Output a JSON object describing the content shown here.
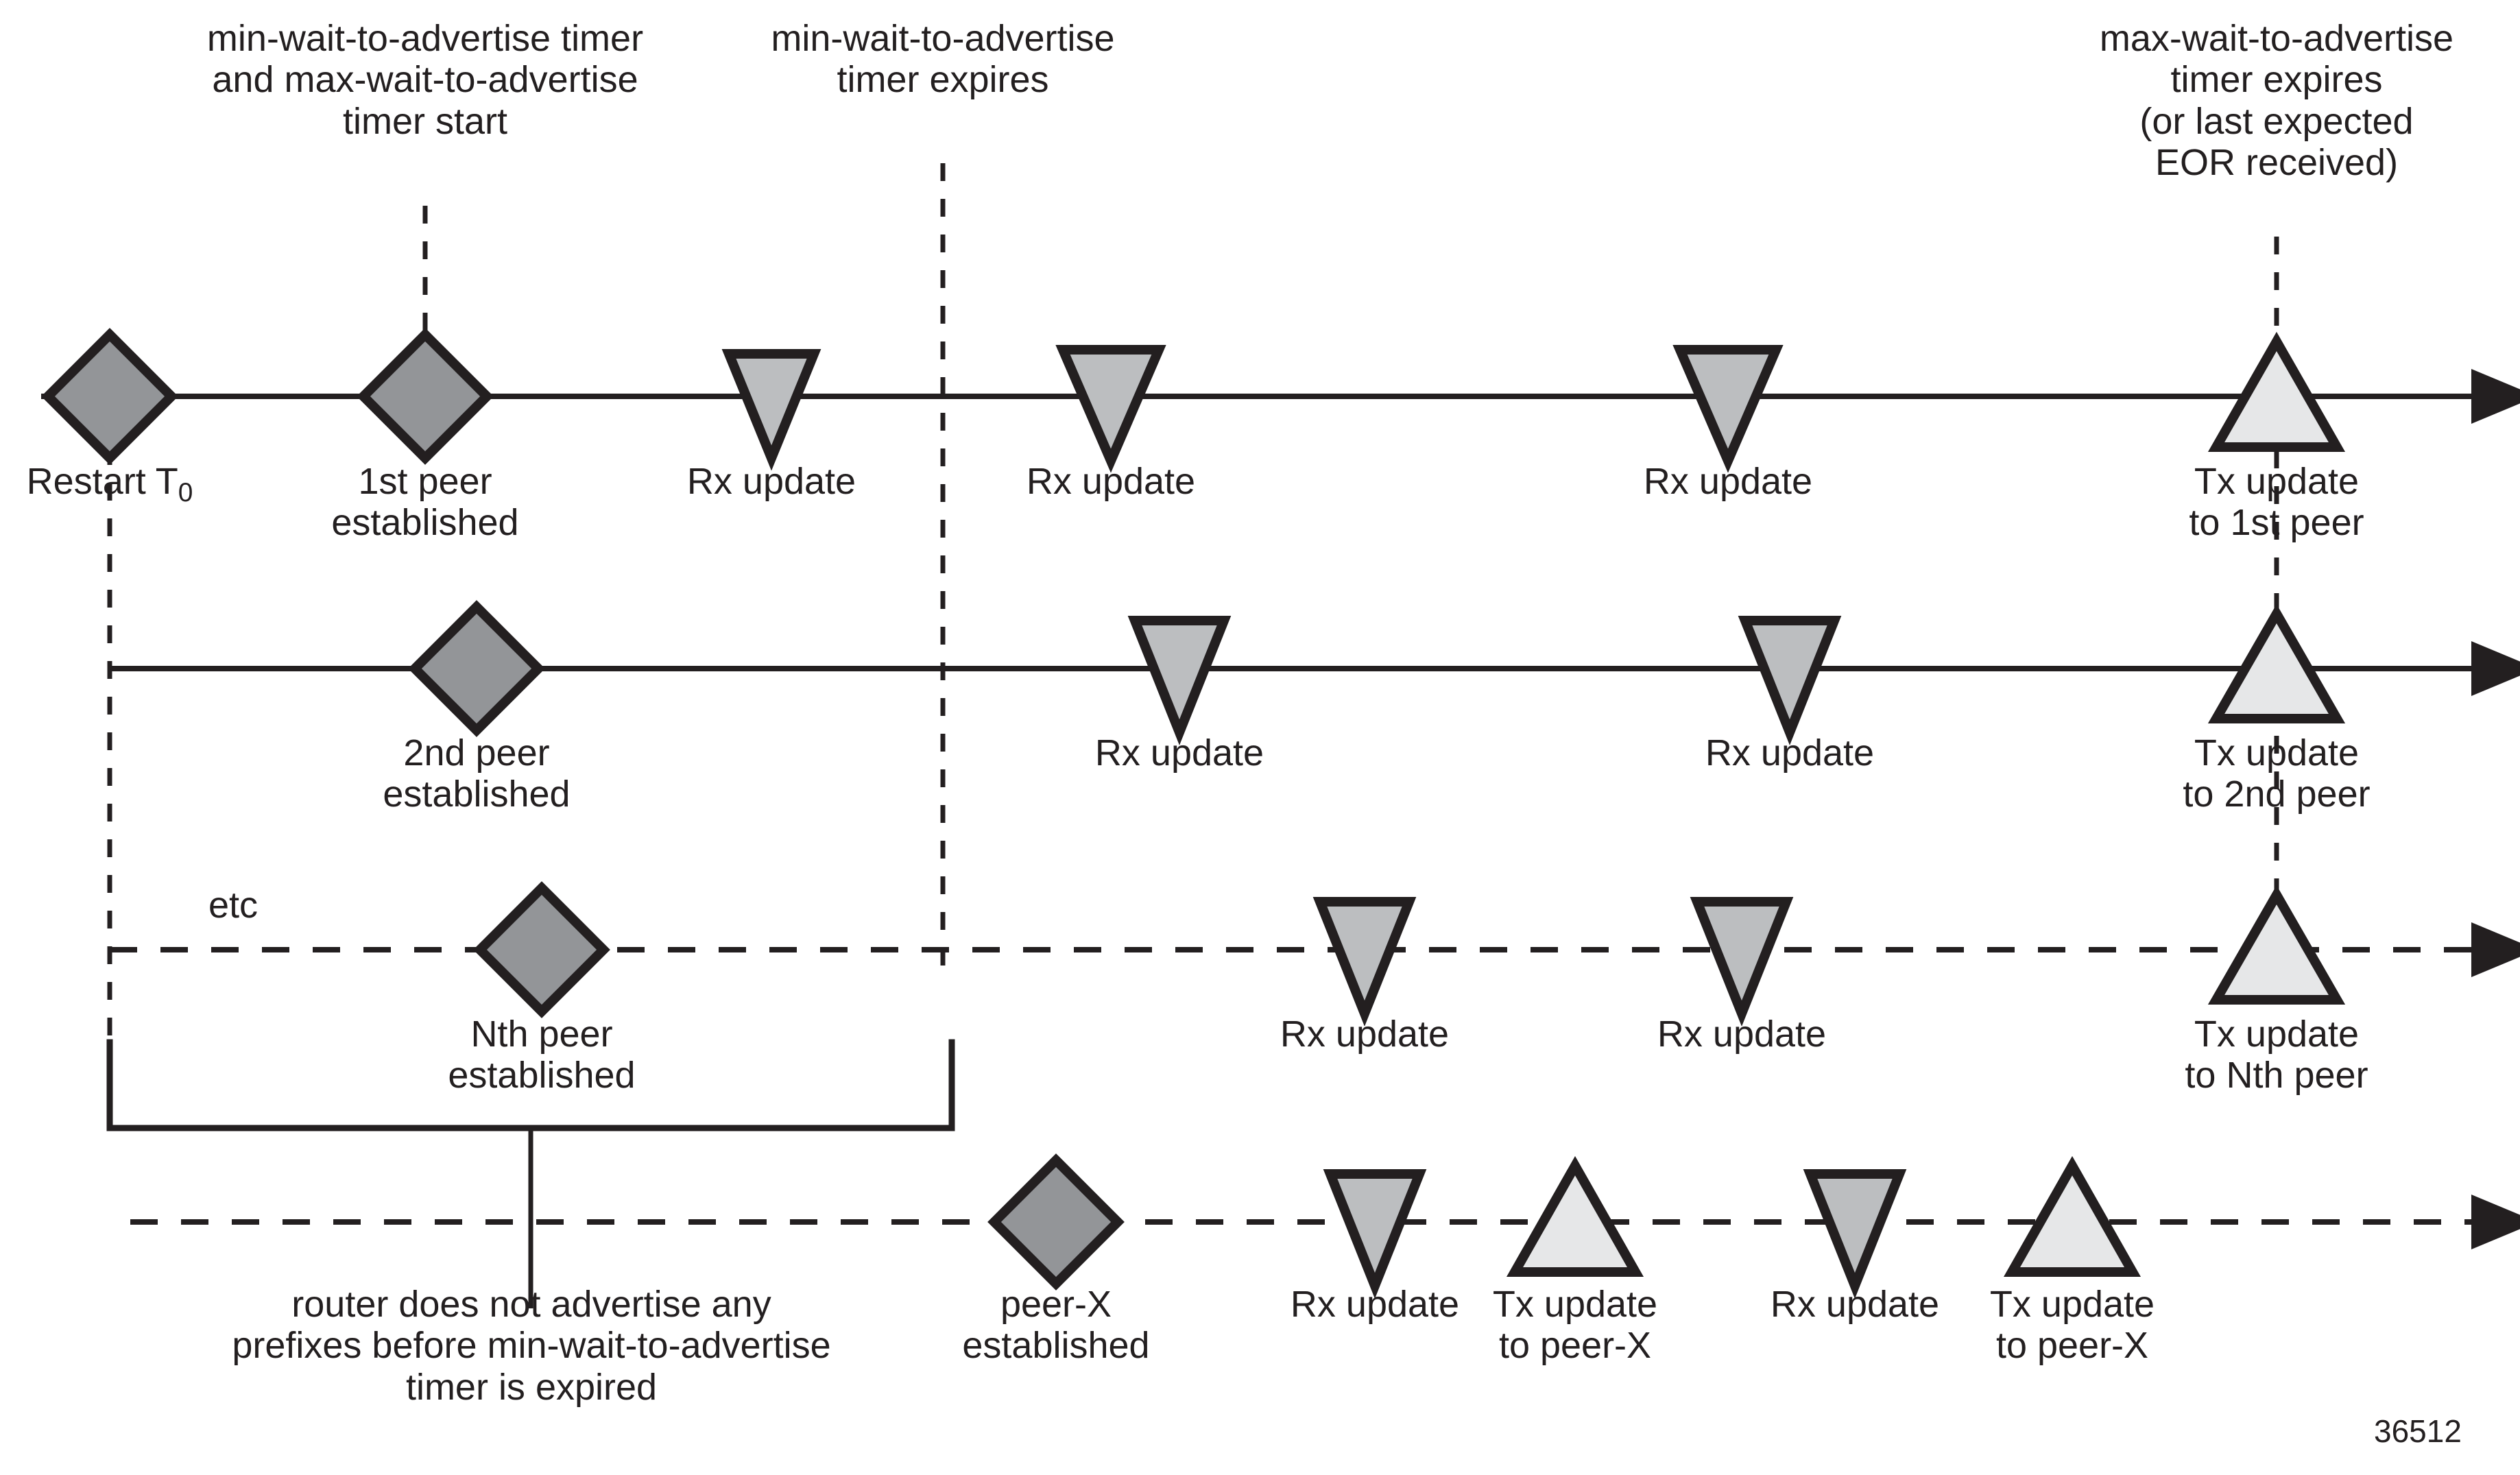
{
  "figure": {
    "number": "36512",
    "colors": {
      "stroke": "#231f20",
      "diamond_fill": "#939598",
      "rx_fill": "#bcbec0",
      "tx_fill": "#e6e7e8",
      "background": "#ffffff"
    }
  },
  "annotations": {
    "timer_start": "min-wait-to-advertise timer\nand max-wait-to-advertise\ntimer start",
    "min_expires": "min-wait-to-advertise\ntimer expires",
    "max_expires": "max-wait-to-advertise\ntimer expires\n(or last expected\nEOR received)",
    "bracket_note": "router does not advertise any\nprefixes before min-wait-to-advertise\ntimer is expired",
    "etc": "etc"
  },
  "timelines": [
    {
      "id": "peer-1",
      "style": "solid",
      "markers": [
        {
          "kind": "diamond",
          "label": "Restart T0",
          "label_html": "Restart T<sub>0</sub>"
        },
        {
          "kind": "diamond",
          "label": "1st peer\nestablished"
        },
        {
          "kind": "rx",
          "label": "Rx update"
        },
        {
          "kind": "rx",
          "label": "Rx update"
        },
        {
          "kind": "rx",
          "label": "Rx update"
        },
        {
          "kind": "tx",
          "label": "Tx update\nto 1st peer"
        }
      ]
    },
    {
      "id": "peer-2",
      "style": "solid",
      "markers": [
        {
          "kind": "diamond",
          "label": "2nd peer\nestablished"
        },
        {
          "kind": "rx",
          "label": "Rx update"
        },
        {
          "kind": "rx",
          "label": "Rx update"
        },
        {
          "kind": "tx",
          "label": "Tx update\nto 2nd peer"
        }
      ]
    },
    {
      "id": "peer-n",
      "style": "dashed",
      "markers": [
        {
          "kind": "diamond",
          "label": "Nth peer\nestablished"
        },
        {
          "kind": "rx",
          "label": "Rx update"
        },
        {
          "kind": "rx",
          "label": "Rx update"
        },
        {
          "kind": "tx",
          "label": "Tx update\nto Nth peer"
        }
      ]
    },
    {
      "id": "peer-x",
      "style": "dashed",
      "markers": [
        {
          "kind": "diamond",
          "label": "peer-X\nestablished"
        },
        {
          "kind": "rx",
          "label": "Rx update"
        },
        {
          "kind": "tx",
          "label": "Tx update\nto peer-X"
        },
        {
          "kind": "rx",
          "label": "Rx update"
        },
        {
          "kind": "tx",
          "label": "Tx update\nto peer-X"
        }
      ]
    }
  ]
}
